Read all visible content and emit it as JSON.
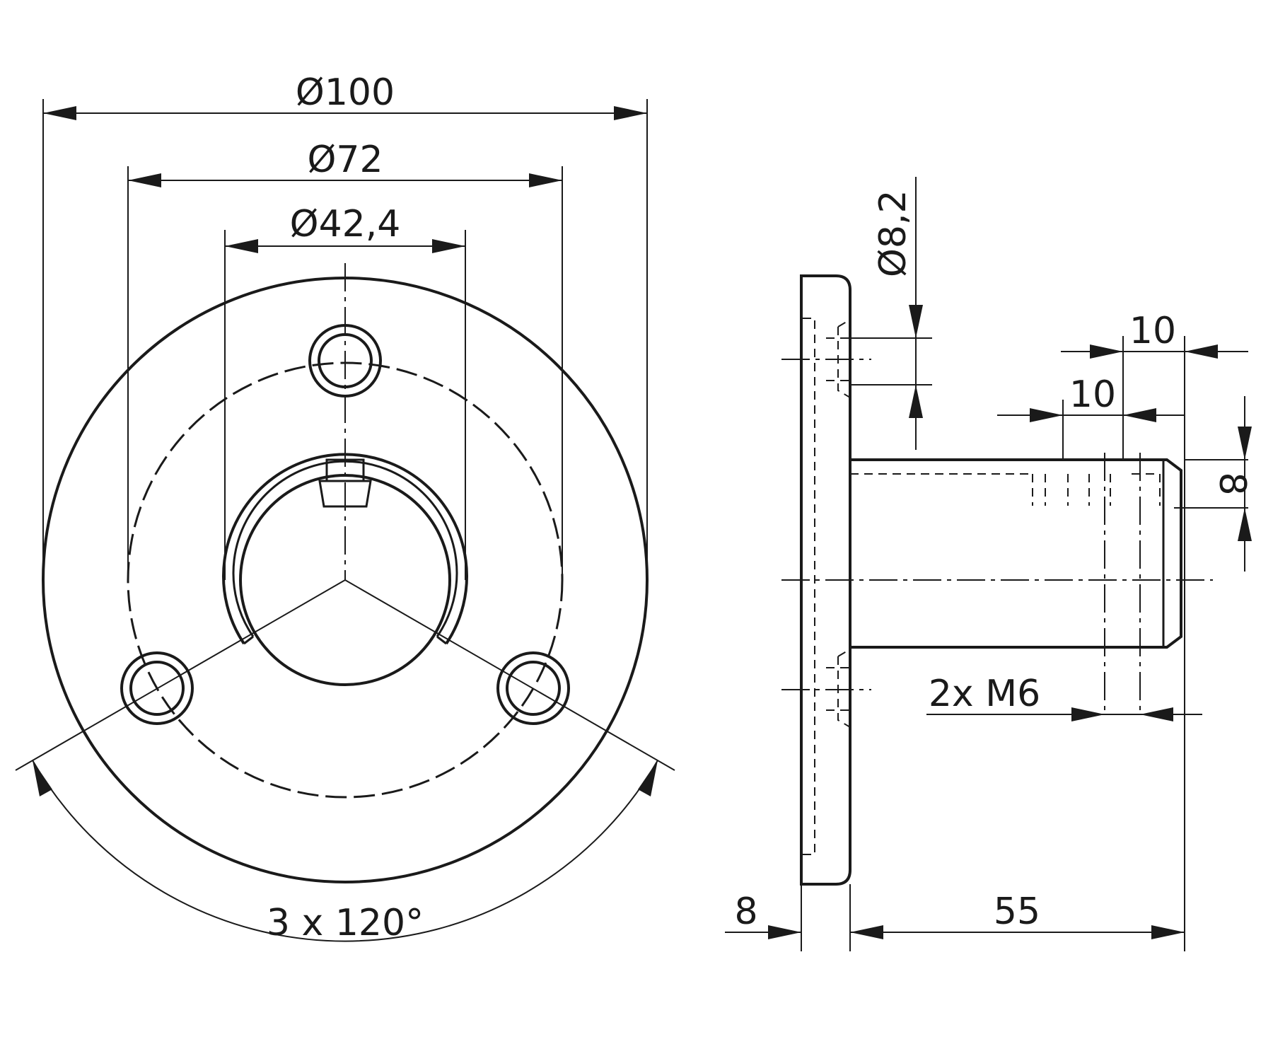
{
  "drawing": {
    "front_view": {
      "dims": {
        "outer_diameter": "Ø100",
        "bolt_circle": "Ø72",
        "tube_diameter": "Ø42,4",
        "angle": "3 x 120°"
      }
    },
    "side_view": {
      "dims": {
        "hole_diameter": "Ø8,2",
        "thread_spacing_1": "10",
        "thread_spacing_2": "10",
        "thread_height": "8",
        "thread_label": "2x M6",
        "plate_thickness": "8",
        "tube_length": "55"
      }
    }
  }
}
